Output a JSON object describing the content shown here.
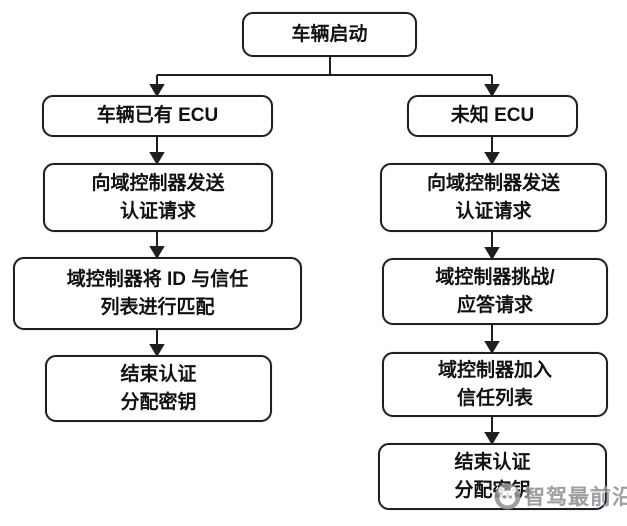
{
  "flow": {
    "start": {
      "lines": [
        "车辆启动"
      ]
    },
    "left": [
      {
        "lines": [
          "车辆已有 ECU"
        ]
      },
      {
        "lines": [
          "向域控制器发送",
          "认证请求"
        ]
      },
      {
        "lines": [
          "域控制器将 ID 与信任",
          "列表进行匹配"
        ]
      },
      {
        "lines": [
          "结束认证",
          "分配密钥"
        ]
      }
    ],
    "right": [
      {
        "lines": [
          "未知 ECU"
        ]
      },
      {
        "lines": [
          "向域控制器发送",
          "认证请求"
        ]
      },
      {
        "lines": [
          "域控制器挑战/",
          "应答请求"
        ]
      },
      {
        "lines": [
          "域控制器加入",
          "信任列表"
        ]
      },
      {
        "lines": [
          "结束认证",
          "分配密钥"
        ]
      }
    ]
  },
  "watermark": {
    "text": "智驾最前沿"
  },
  "colors": {
    "line": "#1f1f1f",
    "box_border": "#1f1f1f",
    "box_fill": "#ffffff",
    "text": "#111111",
    "watermark_gray": "#8d9298",
    "background": "#ffffff"
  }
}
